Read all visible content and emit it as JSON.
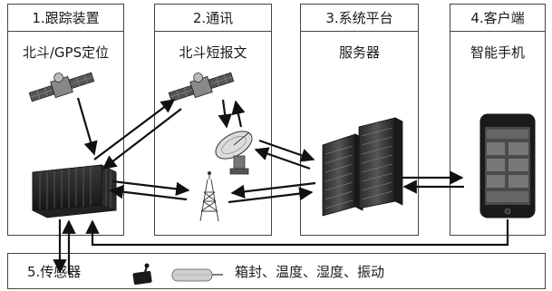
{
  "panels": [
    {
      "title": "1.跟踪装置",
      "subtitle": "北斗/GPS定位"
    },
    {
      "title": "2.通讯",
      "subtitle": "北斗短报文"
    },
    {
      "title": "3.系统平台",
      "subtitle": "服务器"
    },
    {
      "title": "4.客户端",
      "subtitle": "智能手机"
    }
  ],
  "sensors": {
    "title": "5.传感器",
    "description": "箱封、温度、湿度、振动"
  },
  "icons": [
    "satellite-icon",
    "shipping-container-icon",
    "satellite-dish-icon",
    "radio-tower-icon",
    "server-rack-icon",
    "smartphone-icon",
    "seal-sensor-icon",
    "temperature-probe-icon"
  ],
  "colors": {
    "line": "#111111",
    "frame": "#444444"
  }
}
